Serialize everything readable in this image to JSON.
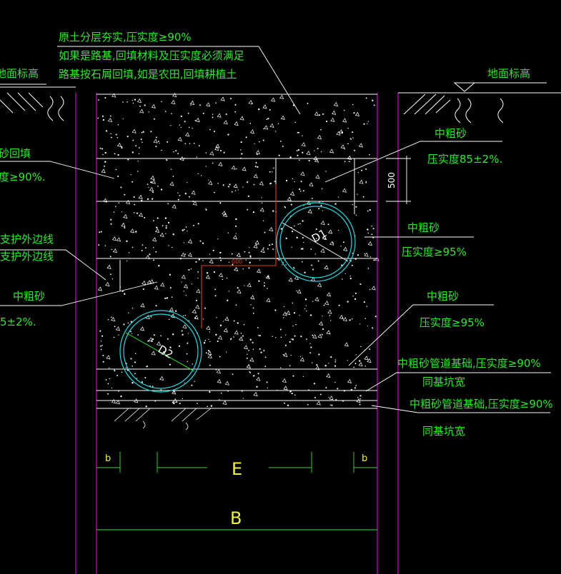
{
  "colors": {
    "background": "#000000",
    "outline": "#ffffff",
    "trench_wall": "#d000d0",
    "pipe": "#29d6e0",
    "annotation": "#31e631",
    "dimension_letter": "#f0f040",
    "offset_line": "#e04020"
  },
  "labels": {
    "top_note_line1": "原土分层夯实,压实度≥90%",
    "top_note_line2": "如果是路基,回填材料及压实度必须满足",
    "top_note_line3": "路基按石屑回填,如是农田,回填耕植土",
    "ground_level_left": "地面标高",
    "ground_level_right": "地面标高",
    "right_sand_1": "中粗砂",
    "right_compaction_1": "压实度85±2%.",
    "dim_500": "500",
    "right_sand_2": "中粗砂",
    "right_compaction_2": "压实度≥95%",
    "right_sand_3": "中粗砂",
    "right_compaction_3": "压实度≥95%",
    "base_note_1": "中粗砂管道基础,压实度≥90%",
    "base_width_1": "同基坑宽",
    "base_note_2": "中粗砂管道基础,压实度≥90%",
    "base_width_2": "同基坑宽",
    "left_backfill_1": "砂回填",
    "left_backfill_2": "度≥90%.",
    "left_support_1": "支护外边线",
    "left_support_2": "支护外边线",
    "left_sand": "中粗砂",
    "left_compaction": "5±2%.",
    "pipe_d1": "D1",
    "pipe_d2": "D2",
    "offset_dim": "000",
    "dim_b_left": "b",
    "dim_b_right": "b",
    "dim_e": "E",
    "dim_b_total": "B"
  }
}
